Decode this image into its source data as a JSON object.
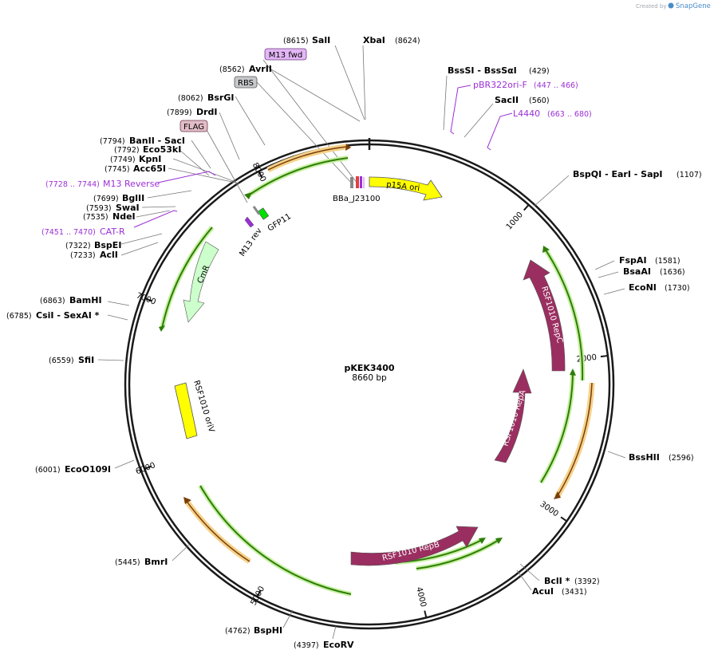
{
  "header": {
    "created_by": "Created by",
    "brand": "SnapGene"
  },
  "plasmid": {
    "name": "pKEK3400",
    "length_label": "8660 bp",
    "length": 8660
  },
  "ticks": [
    {
      "pos": 1000,
      "label": "1000"
    },
    {
      "pos": 2000,
      "label": "2000"
    },
    {
      "pos": 3000,
      "label": "3000"
    },
    {
      "pos": 4000,
      "label": "4000"
    },
    {
      "pos": 5000,
      "label": "5000"
    },
    {
      "pos": 6000,
      "label": "6000"
    },
    {
      "pos": 7000,
      "label": "7000"
    },
    {
      "pos": 8000,
      "label": "8000"
    }
  ],
  "sites": [
    {
      "name": "SalI",
      "pos": "(8615)"
    },
    {
      "name": "XbaI",
      "pos": "(8624)"
    },
    {
      "name": "BssSI - BssSαI",
      "pos": "(429)"
    },
    {
      "name": "SacII",
      "pos": "(560)"
    },
    {
      "name": "BspQI - EarI - SapI",
      "pos": "(1107)"
    },
    {
      "name": "FspAI",
      "pos": "(1581)"
    },
    {
      "name": "BsaAI",
      "pos": "(1636)"
    },
    {
      "name": "EcoNI",
      "pos": "(1730)"
    },
    {
      "name": "BssHII",
      "pos": "(2596)"
    },
    {
      "name": "BclI *",
      "pos": "(3392)"
    },
    {
      "name": "AcuI",
      "pos": "(3431)"
    },
    {
      "name": "EcoRV",
      "pos": "(4397)"
    },
    {
      "name": "BspHI",
      "pos": "(4762)"
    },
    {
      "name": "BmrI",
      "pos": "(5445)"
    },
    {
      "name": "EcoO109I",
      "pos": "(6001)"
    },
    {
      "name": "SfiI",
      "pos": "(6559)"
    },
    {
      "name": "CsiI - SexAI *",
      "pos": "(6785)"
    },
    {
      "name": "BamHI",
      "pos": "(6863)"
    },
    {
      "name": "AclI",
      "pos": "(7233)"
    },
    {
      "name": "BspEI",
      "pos": "(7322)"
    },
    {
      "name": "NdeI",
      "pos": "(7535)"
    },
    {
      "name": "SwaI",
      "pos": "(7593)"
    },
    {
      "name": "BglII",
      "pos": "(7699)"
    },
    {
      "name": "Acc65I",
      "pos": "(7745)"
    },
    {
      "name": "KpnI",
      "pos": "(7749)"
    },
    {
      "name": "Eco53kI",
      "pos": "(7792)"
    },
    {
      "name": "BanII - SacI",
      "pos": "(7794)"
    },
    {
      "name": "DrdI",
      "pos": "(7899)"
    },
    {
      "name": "BsrGI",
      "pos": "(8062)"
    },
    {
      "name": "AvrII",
      "pos": "(8562)"
    }
  ],
  "primers": [
    {
      "name": "pBR322ori-F",
      "range": "(447 .. 466)"
    },
    {
      "name": "L4440",
      "range": "(663 .. 680)"
    },
    {
      "name": "M13 Reverse",
      "range": "(7728 .. 7744)"
    },
    {
      "name": "CAT-R",
      "range": "(7451 .. 7470)"
    }
  ],
  "boxed_labels": [
    {
      "name": "M13 fwd",
      "color": "#e4b6f6"
    },
    {
      "name": "RBS",
      "color": "#c6c9cc"
    },
    {
      "name": "FLAG",
      "color": "#e2bcc6"
    }
  ],
  "features": [
    {
      "name": "p15A ori",
      "color": "#ffff00"
    },
    {
      "name": "RSF1010 RepC",
      "color": "#9b2e60"
    },
    {
      "name": "RSF1010 RepA",
      "color": "#9b2e60"
    },
    {
      "name": "RSF1010 RepB",
      "color": "#9b2e60"
    },
    {
      "name": "RSF1010 oriV",
      "color": "#ffff00"
    },
    {
      "name": "CmR",
      "color": "#ccffcc"
    },
    {
      "name": "GFP11",
      "color": "#00e000"
    },
    {
      "name": "M13 rev",
      "color": "#9b2fd6"
    },
    {
      "name": "BBa_J23100",
      "color": "#e04040"
    }
  ],
  "colors": {
    "backbone": "#1a1a1a",
    "primer": "#9b2fd6",
    "orf_green": "#2e7d0a",
    "orf_orange": "#f0a030"
  }
}
